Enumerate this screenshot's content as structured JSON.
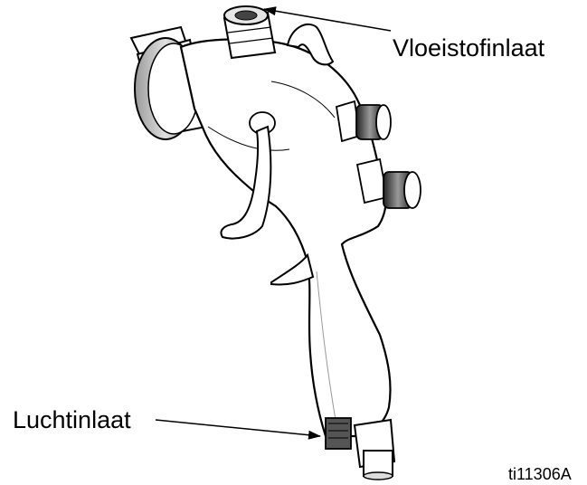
{
  "labels": {
    "fluid_inlet": "Vloeistofinlaat",
    "air_inlet": "Luchtinlaat",
    "figure_id": "ti11306A"
  },
  "colors": {
    "ink": "#000000",
    "body": "#ffffff",
    "shade": "#d9d9d9",
    "dark": "#555555"
  }
}
